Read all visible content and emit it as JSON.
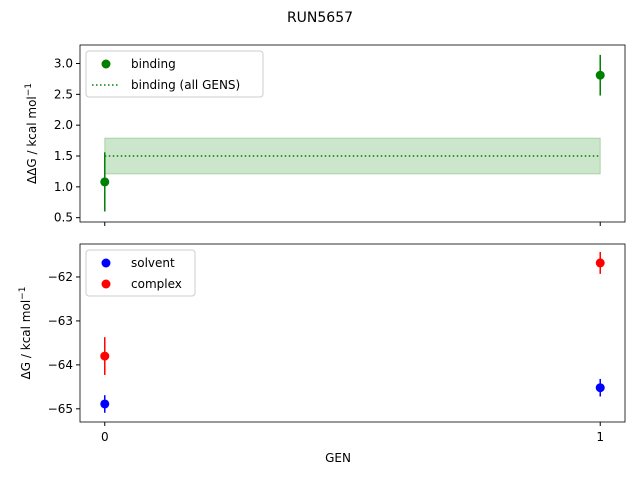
{
  "chart_data": [
    {
      "type": "scatter",
      "suptitle": "RUN5657",
      "ylabel": "ΔΔG / kcal mol",
      "ylabel_sup": "−1",
      "xlim": [
        -0.05,
        1.05
      ],
      "ylim": [
        0.43,
        3.3
      ],
      "yticks": [
        "0.5",
        "1.0",
        "1.5",
        "2.0",
        "2.5",
        "3.0"
      ],
      "ytick_values": [
        0.5,
        1.0,
        1.5,
        2.0,
        2.5,
        3.0
      ],
      "xticks": [
        0,
        1
      ],
      "grid": false,
      "legend_position": "top-left",
      "series": [
        {
          "name": "binding",
          "color": "#008000",
          "x": [
            0,
            1
          ],
          "y": [
            1.08,
            2.81
          ],
          "yerr": [
            0.48,
            0.33
          ]
        },
        {
          "name": "binding (all GENS)",
          "color": "#008000",
          "style": "dotted",
          "value": 1.5,
          "band": [
            1.21,
            1.79
          ],
          "band_color": "#cce7cc"
        }
      ]
    },
    {
      "type": "scatter",
      "xlabel": "GEN",
      "ylabel": "ΔG / kcal mol",
      "ylabel_sup": "−1",
      "xlim": [
        -0.05,
        1.05
      ],
      "ylim": [
        -65.3,
        -61.25
      ],
      "yticks": [
        "−65",
        "−64",
        "−63",
        "−62"
      ],
      "ytick_values": [
        -65,
        -64,
        -63,
        -62
      ],
      "xticks": [
        "0",
        "1"
      ],
      "xtick_values": [
        0,
        1
      ],
      "grid": false,
      "legend_position": "top-left",
      "series": [
        {
          "name": "solvent",
          "color": "#0000ff",
          "x": [
            0,
            1
          ],
          "y": [
            -64.89,
            -64.52
          ],
          "yerr": [
            0.2,
            0.2
          ]
        },
        {
          "name": "complex",
          "color": "#ff0000",
          "x": [
            0,
            1
          ],
          "y": [
            -63.8,
            -61.68
          ],
          "yerr": [
            0.43,
            0.25
          ]
        }
      ]
    }
  ]
}
